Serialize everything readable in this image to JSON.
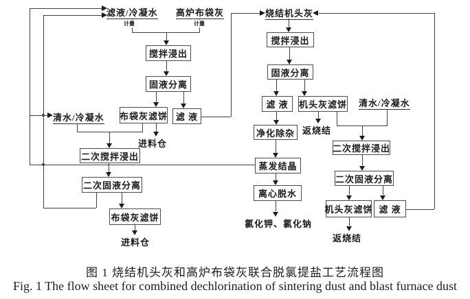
{
  "figure": {
    "caption_cn": "图 1 烧结机头灰和高炉布袋灰联合脱氯提盐工艺流程图",
    "caption_en": "Fig. 1 The flow sheet for combined dechlorination of sintering dust and blast furnace dust"
  },
  "nodes": {
    "filtrate_condensate": "滤液/冷凝水",
    "bf_bag_dust": "高炉布袋灰",
    "metering": "计量",
    "sinter_head_dust": "烧结机头灰",
    "stir_leach": "搅拌浸出",
    "solid_liquid_sep": "固液分离",
    "bag_dust_cake": "布袋灰滤饼",
    "filtrate": "滤 液",
    "fresh_water": "清水/冷凝水",
    "feed_bin": "进料仓",
    "sec_stir_leach": "二次搅拌浸出",
    "sec_solid_liquid_sep": "二次固液分离",
    "head_dust_cake": "机头灰滤饼",
    "return_sinter": "返烧结",
    "purify": "净化除杂",
    "evaporate": "蒸发结晶",
    "centrifuge": "离心脱水",
    "products": "氯化钾、氯化钠"
  },
  "colors": {
    "ink": "#1c1c1c",
    "line": "#3f3f3f",
    "background": "#ffffff"
  }
}
